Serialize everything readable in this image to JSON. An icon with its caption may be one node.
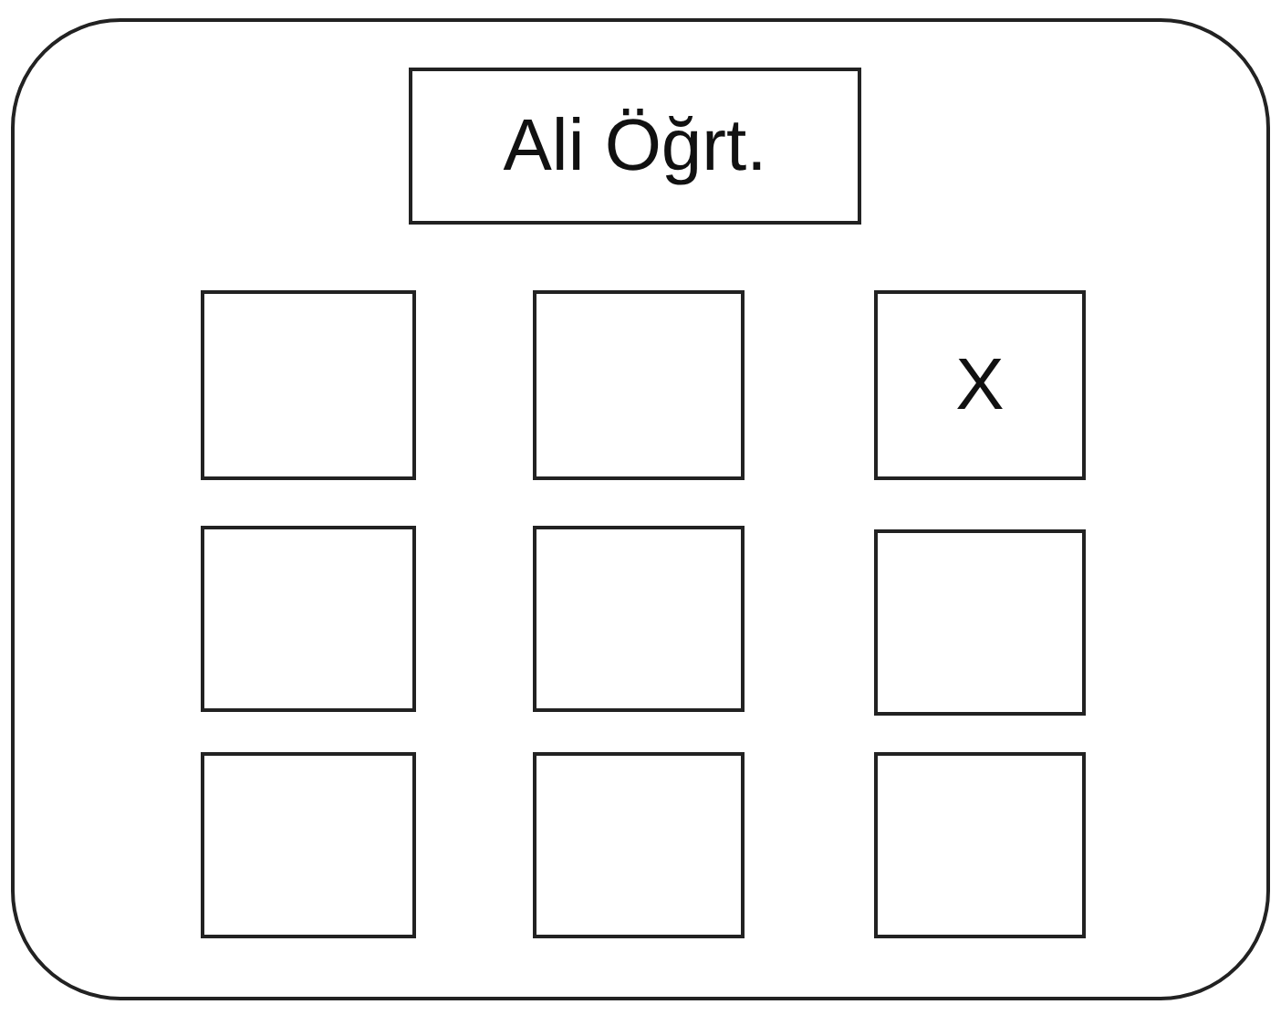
{
  "diagram": {
    "nodes": [
      {
        "text": [],
        "shape": "box"
      },
      {
        "text": [
          "Ali Öğrt."
        ],
        "in": 0
      },
      {
        "text": [],
        "shape": "box",
        "in": 0
      },
      {
        "text": [],
        "shape": "box",
        "in": 0
      },
      {
        "text": [
          "X"
        ],
        "in": 0
      },
      {
        "text": [],
        "shape": "box",
        "in": 0
      },
      {
        "text": [],
        "shape": "box",
        "in": 0
      },
      {
        "text": [],
        "shape": "box",
        "in": 0
      },
      {
        "text": [],
        "shape": "box",
        "in": 0
      },
      {
        "text": [],
        "shape": "box",
        "in": 0
      },
      {
        "text": [],
        "shape": "box",
        "in": 0
      }
    ]
  }
}
